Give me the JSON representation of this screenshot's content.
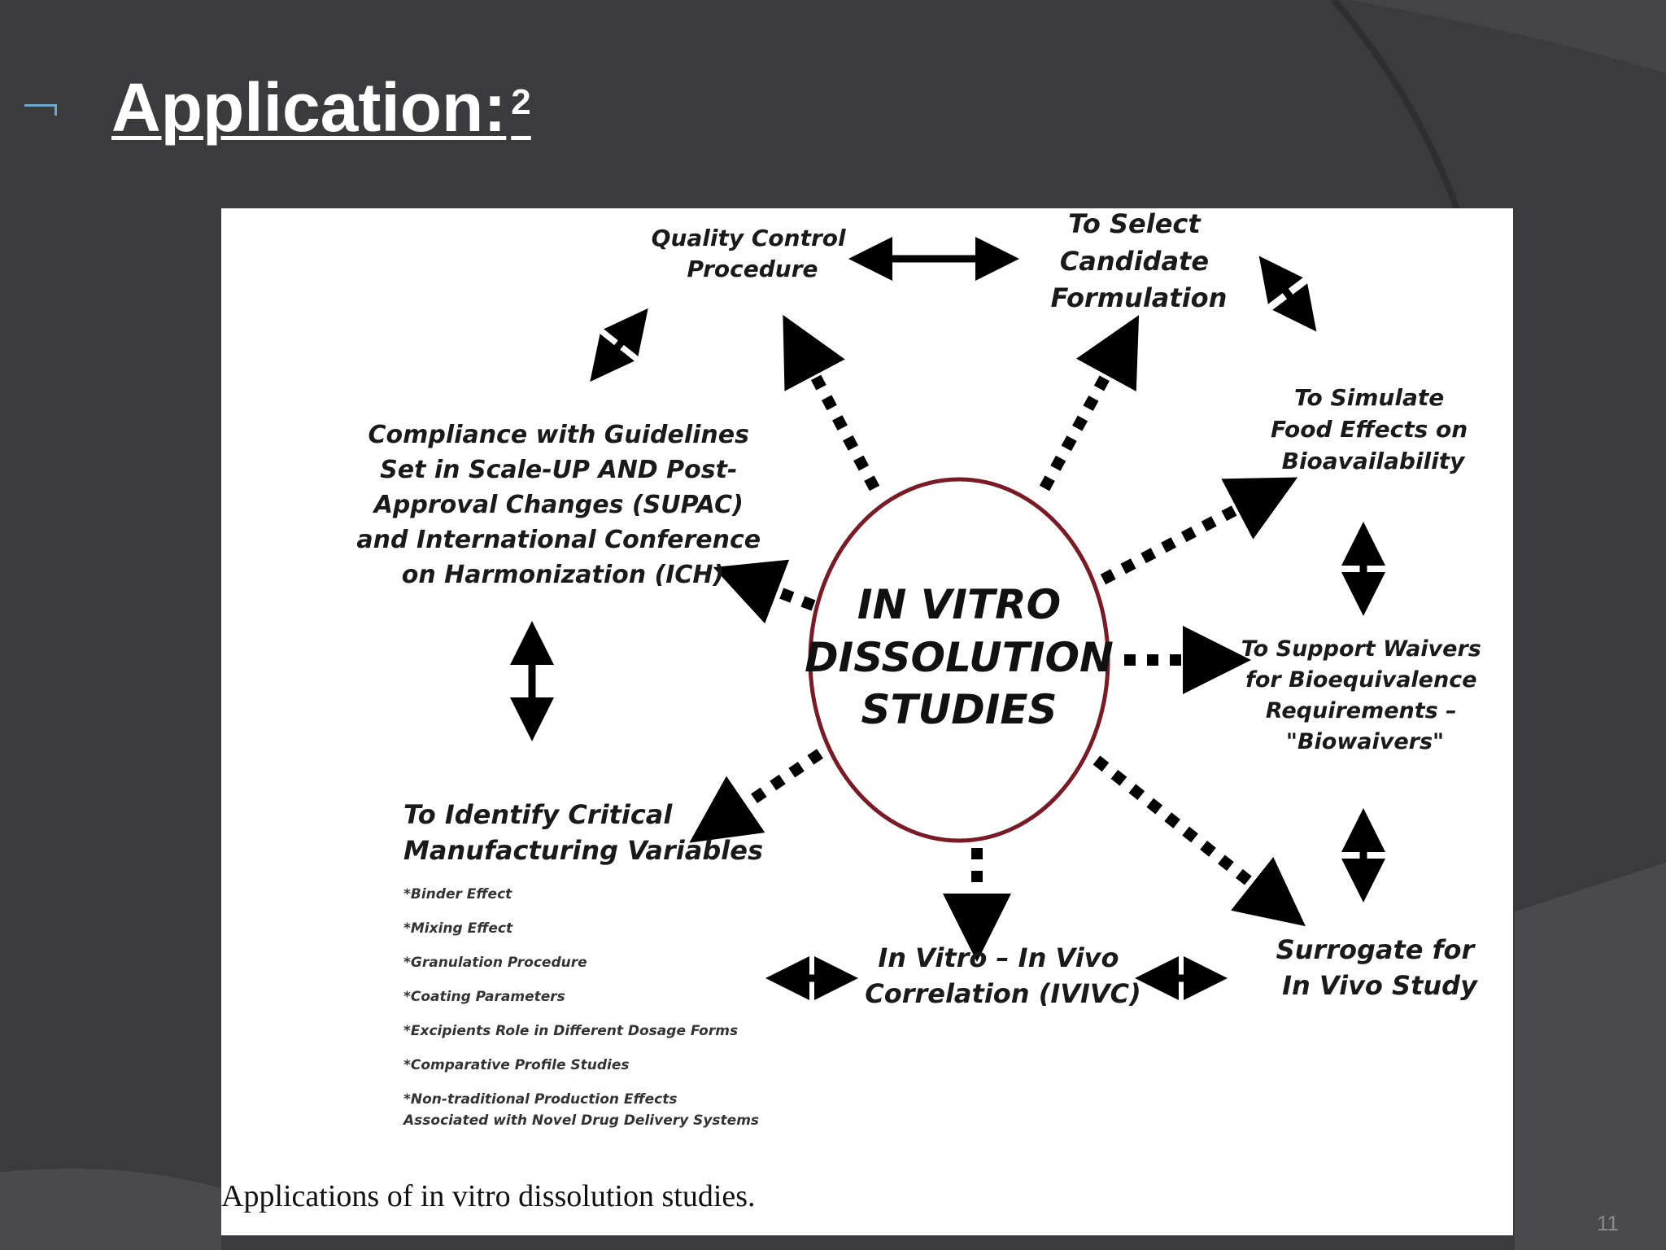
{
  "slide": {
    "title": "Application:",
    "title_superscript": "2",
    "page_number": "11"
  },
  "diagram": {
    "center": [
      "IN VITRO",
      "DISSOLUTION",
      "STUDIES"
    ],
    "nodes": {
      "quality_control": [
        "Quality Control",
        "Procedure"
      ],
      "select_formulation": [
        "To Select",
        "Candidate",
        "Formulation"
      ],
      "simulate_food": [
        "To Simulate",
        "Food Effects on",
        "Bioavailability"
      ],
      "biowaivers": [
        "To Support Waivers",
        "for Bioequivalence",
        "Requirements –",
        "\"Biowaivers\""
      ],
      "surrogate": [
        "Surrogate for",
        "In Vivo Study"
      ],
      "ivivc": [
        "In Vitro – In Vivo",
        "Correlation (IVIVC)"
      ],
      "critical_variables": [
        "To Identify Critical",
        "Manufacturing Variables"
      ],
      "compliance": [
        "Compliance with Guidelines",
        "Set in Scale-UP AND Post-",
        "Approval Changes (SUPAC)",
        "and International Conference",
        "on Harmonization (ICH)"
      ]
    },
    "critical_variables_list": [
      "*Binder Effect",
      "*Mixing Effect",
      "*Granulation Procedure",
      "*Coating Parameters",
      "*Excipients Role in Different Dosage Forms",
      "*Comparative Profile Studies",
      "*Non-traditional Production Effects",
      "Associated with Novel Drug Delivery Systems"
    ],
    "caption": "Applications of in vitro dissolution studies."
  },
  "colors": {
    "slide_background": "#3b3b3d",
    "bullet_accent": "#6fa8c8",
    "circle_outline": "#7a1a24"
  }
}
